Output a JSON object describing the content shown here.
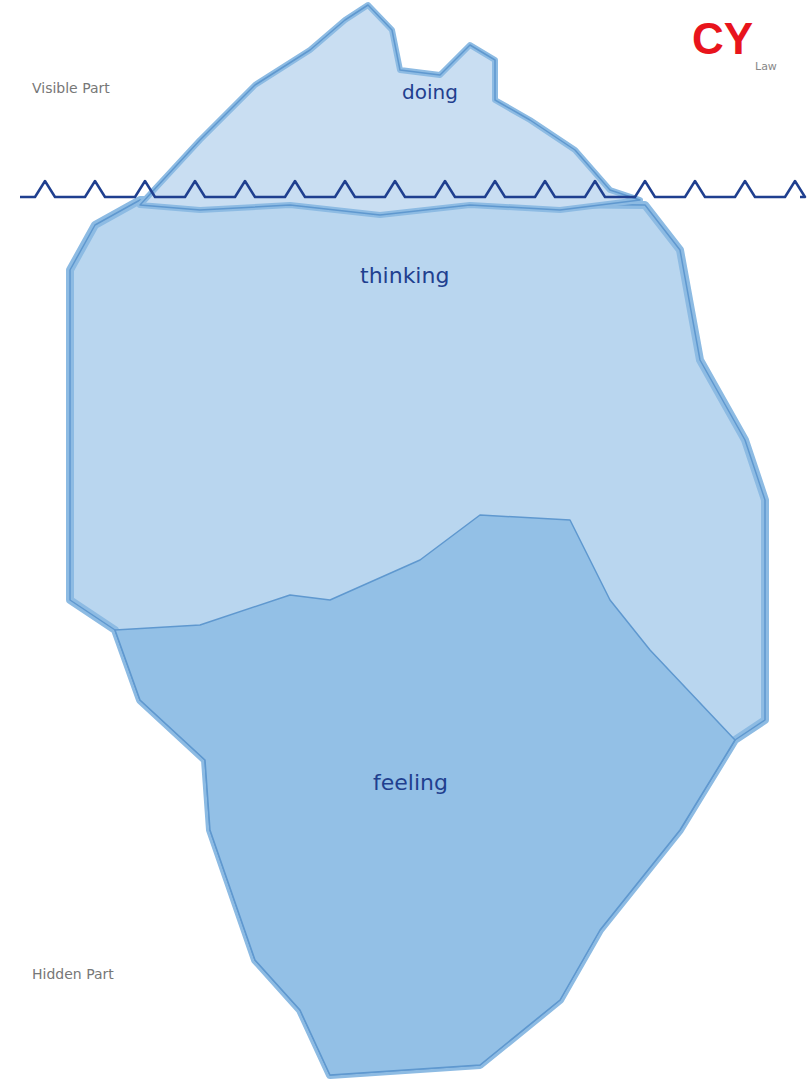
{
  "diagram": {
    "nodes": [
      {
        "text": [
          "doing"
        ]
      },
      {
        "text": [
          "thinking"
        ]
      },
      {
        "text": [
          "feeling"
        ]
      }
    ],
    "labels": [
      "Visible Part",
      "Hidden Part",
      "CY",
      "Law"
    ]
  }
}
